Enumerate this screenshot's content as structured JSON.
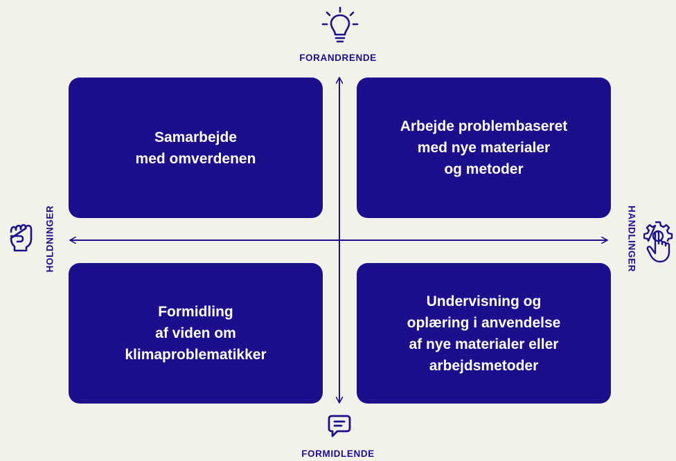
{
  "colors": {
    "background": "#f2f1ea",
    "primary": "#1b0f8c",
    "box_text": "#ffffff"
  },
  "axes": {
    "top": {
      "label": "FORANDRENDE",
      "icon": "lightbulb-icon"
    },
    "bottom": {
      "label": "FORMIDLENDE",
      "icon": "speech-bubble-icon"
    },
    "left": {
      "label": "HOLDNINGER",
      "icon": "raised-fist-icon"
    },
    "right": {
      "label": "HANDLINGER",
      "icon": "gear-hand-icon"
    }
  },
  "quadrants": {
    "top_left": {
      "lines": [
        "Samarbejde",
        "med omverdenen"
      ]
    },
    "top_right": {
      "lines": [
        "Arbejde problembaseret",
        "med nye materialer",
        "og metoder"
      ]
    },
    "bottom_left": {
      "lines": [
        "Formidling",
        "af viden om",
        "klimaproblematikker"
      ]
    },
    "bottom_right": {
      "lines": [
        "Undervisning og",
        "oplæring i anvendelse",
        "af nye materialer eller",
        "arbejdsmetoder"
      ]
    }
  }
}
